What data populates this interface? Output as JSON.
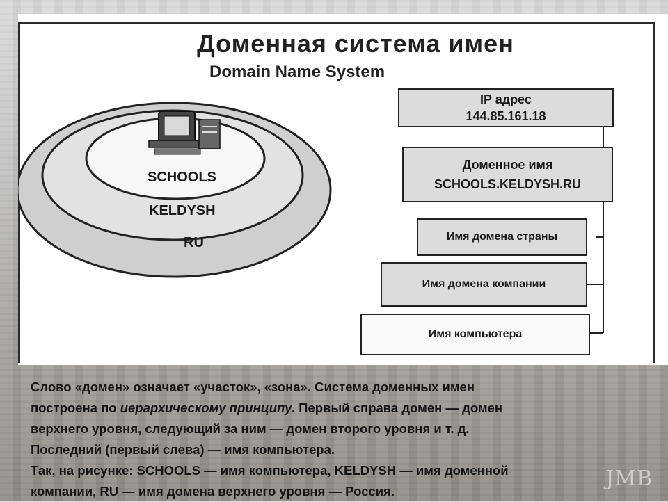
{
  "diagram": {
    "title": "Доменная система имен",
    "subtitle": "Domain Name System",
    "rings": [
      "SCHOOLS",
      "KELDYSH",
      "RU"
    ],
    "boxes": {
      "ip_label": "IP адрес",
      "ip_value": "144.85.161.18",
      "domain_label": "Доменное имя",
      "domain_value": "SCHOOLS.KELDYSH.RU",
      "country": "Имя домена страны",
      "company": "Имя домена компании",
      "computer": "Имя компьютера"
    }
  },
  "caption": {
    "l1": "Слово «домен» означает «участок», «зона». Система доменных имен",
    "l2a": "построена по ",
    "l2b": "иерархическому принципу.",
    "l2c": " Первый справа домен — домен",
    "l3": "верхнего уровня, следующий за ним — домен второго уровня и т. д.",
    "l4": "Последний (первый слева) — имя компьютера.",
    "l5": "Так, на рисунке: SCHOOLS — имя компьютера, KELDYSH — имя доменной",
    "l6": "компании, RU — имя домена верхнего уровня — Россия."
  },
  "watermark": "JMB"
}
